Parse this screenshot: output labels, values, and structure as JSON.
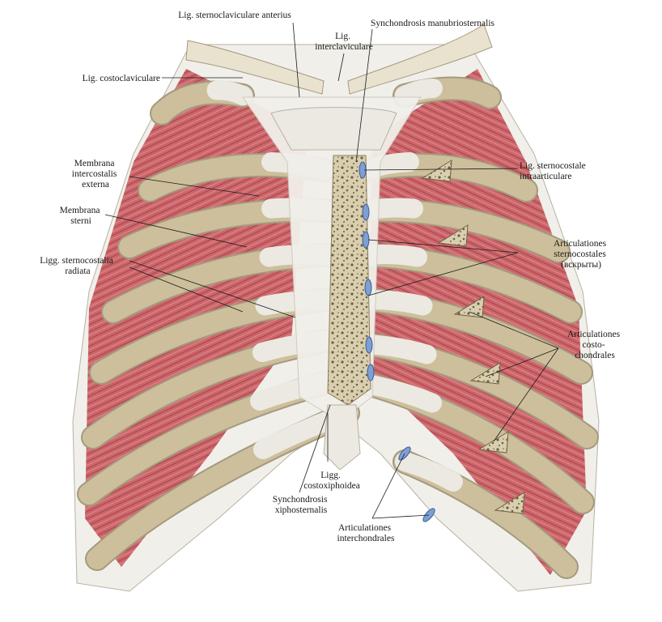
{
  "colors": {
    "background": "#ffffff",
    "bone": "#cdbf9b",
    "bone_light": "#e8e2cf",
    "cartilage": "#ece9e2",
    "muscle": "#c8575c",
    "muscle_dark": "#9c2f3a",
    "ligament": "#f1efea",
    "sternum": "#d9cfae",
    "joint": "#7f9fd3",
    "text": "#1a1a1a"
  },
  "labels": [
    {
      "id": "lig-sternoclaviculare-anterius",
      "lines": [
        "Lig. sternoclaviculare anterius"
      ]
    },
    {
      "id": "lig-interclaviculare",
      "lines": [
        "Lig.",
        "interclaviculare"
      ]
    },
    {
      "id": "synchondrosis-manubriosternalis",
      "lines": [
        "Synchondrosis manubriosternalis"
      ]
    },
    {
      "id": "lig-costoclaviculare",
      "lines": [
        "Lig. costoclaviculare"
      ]
    },
    {
      "id": "membrana-intercostalis-externa",
      "lines": [
        "Membrana",
        "intercostalis",
        "externa"
      ]
    },
    {
      "id": "membrana-sterni",
      "lines": [
        "Membrana",
        "sterni"
      ]
    },
    {
      "id": "ligg-sternocostalia-radiata",
      "lines": [
        "Ligg. sternocostalia",
        "radiata"
      ]
    },
    {
      "id": "lig-sternocostale-intraarticulare",
      "lines": [
        "Lig. sternocostale",
        "intraarticulare"
      ]
    },
    {
      "id": "articulationes-sternocostales",
      "lines": [
        "Articulationes",
        "sternocostales",
        "(вскрыты)"
      ]
    },
    {
      "id": "articulationes-costochondrales",
      "lines": [
        "Articulationes",
        "costo-",
        "chondrales"
      ]
    },
    {
      "id": "ligg-costoxiphoidea",
      "lines": [
        "Ligg.",
        "costoxiphoidea"
      ]
    },
    {
      "id": "synchondrosis-xiphosternalis",
      "lines": [
        "Synchondrosis",
        "xiphosternalis"
      ]
    },
    {
      "id": "articulationes-interchondrales",
      "lines": [
        "Articulationes",
        "interchondrales"
      ]
    }
  ]
}
